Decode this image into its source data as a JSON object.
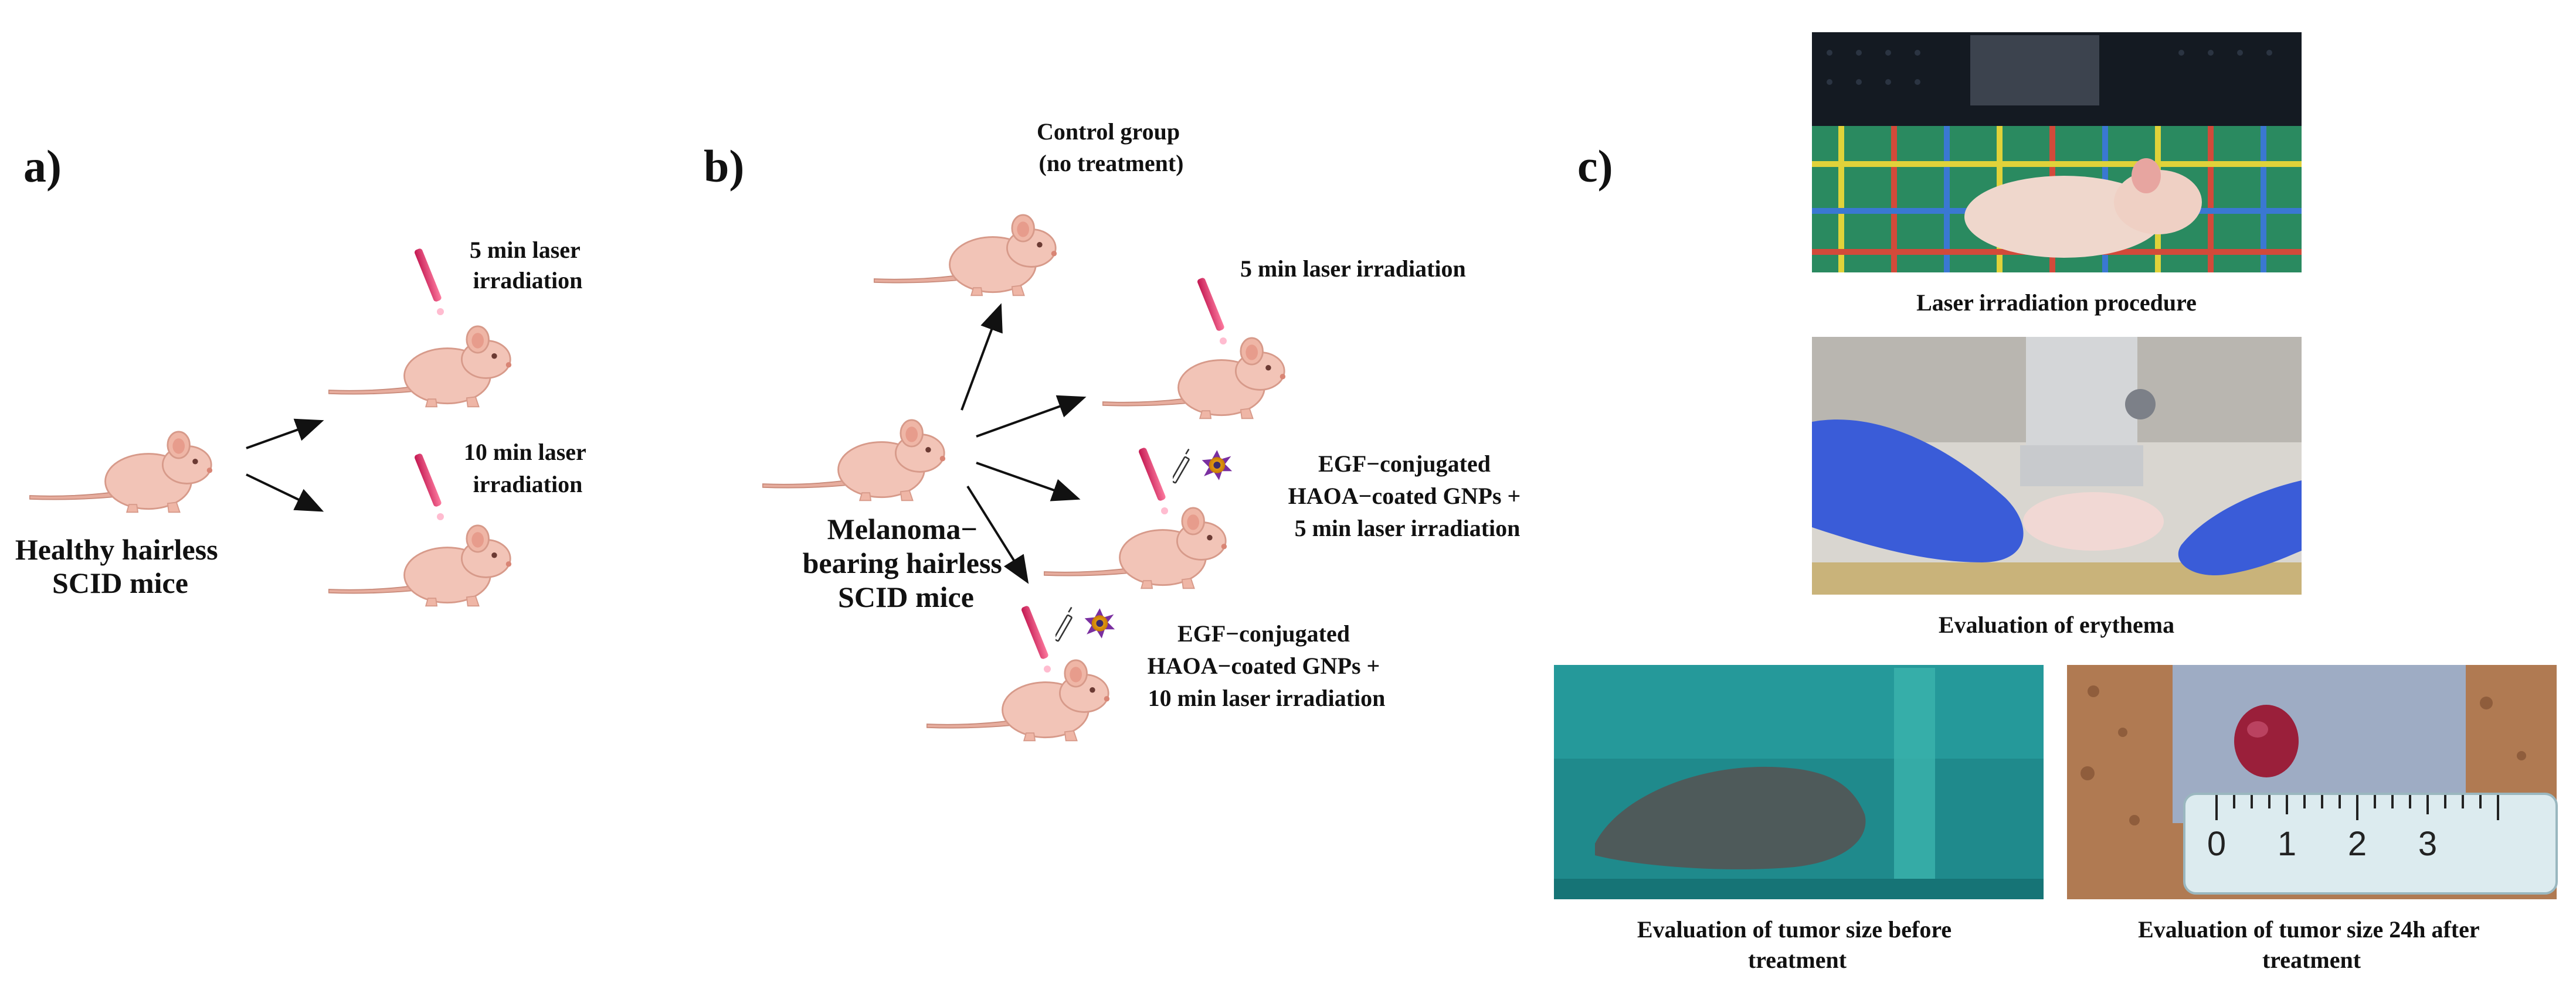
{
  "panels": {
    "a": {
      "label": "a)",
      "start_lines": [
        "Healthy hairless",
        "SCID mice"
      ],
      "branch1_lines": [
        "5 min laser",
        "irradiation"
      ],
      "branch2_lines": [
        "10 min laser",
        "irradiation"
      ]
    },
    "b": {
      "label": "b)",
      "start_lines": [
        "Melanoma−",
        "bearing hairless",
        "SCID mice"
      ],
      "control_lines": [
        "Control group",
        "(no treatment)"
      ],
      "branch1_lines": [
        "5 min laser irradiation"
      ],
      "branch2_lines": [
        "EGF−conjugated",
        "HAOA−coated GNPs +",
        "5 min laser irradiation"
      ],
      "branch3_lines": [
        "EGF−conjugated",
        "HAOA−coated GNPs +",
        "10 min laser irradiation"
      ]
    },
    "c": {
      "label": "c)",
      "photo1_caption": "Laser irradiation procedure",
      "photo2_caption": "Evaluation of erythema",
      "photo3_caption_lines": [
        "Evaluation of tumor size before",
        "treatment"
      ],
      "photo4_caption_lines": [
        "Evaluation of tumor size 24h after",
        "treatment"
      ],
      "ruler_labels": [
        "0",
        "1",
        "2",
        "3"
      ]
    }
  },
  "colors": {
    "mouse_body": "#f2c4b7",
    "mouse_outline": "#d79a8a",
    "laser": "#e0306a",
    "arrow": "#111111"
  }
}
